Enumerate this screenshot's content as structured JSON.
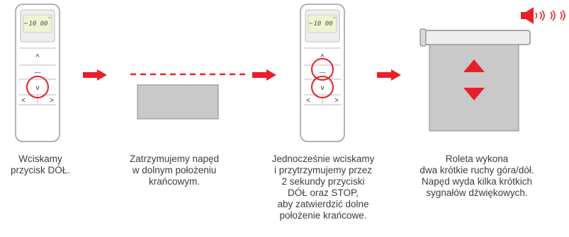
{
  "colors": {
    "accent": "#e8202a",
    "remote_outline": "#9a9a9a",
    "lcd_bg": "#eef4d2",
    "screen_frame": "#d9d9d9",
    "roller_box": "#c9c9c9",
    "text": "#3d3d3d"
  },
  "remote": {
    "lcd_time": "10 00",
    "btn_up": "^",
    "btn_down": "v",
    "btn_left": "<",
    "btn_right": ">",
    "btn_stop": "—"
  },
  "icons": {
    "arrow": "right-arrow-icon",
    "speaker": "speaker-icon",
    "sound_waves": "sound-waves-icon"
  },
  "steps": [
    {
      "caption": "Wciskamy\nprzycisk DÓŁ."
    },
    {
      "caption": "Zatrzymujemy napęd\nw dolnym położeniu\nkrańcowym."
    },
    {
      "caption": "Jednocześnie wciskamy\ni przytrzymujemy przez\n2 sekundy przyciski\nDÓŁ oraz STOP,\naby zatwierdzić dolne\npołożenie krańcowe."
    },
    {
      "caption": "Roleta wykona\ndwa krótkie ruchy góra/dół.\nNapęd wyda kilka krótkich\nsygnałów dźwiękowych."
    }
  ]
}
